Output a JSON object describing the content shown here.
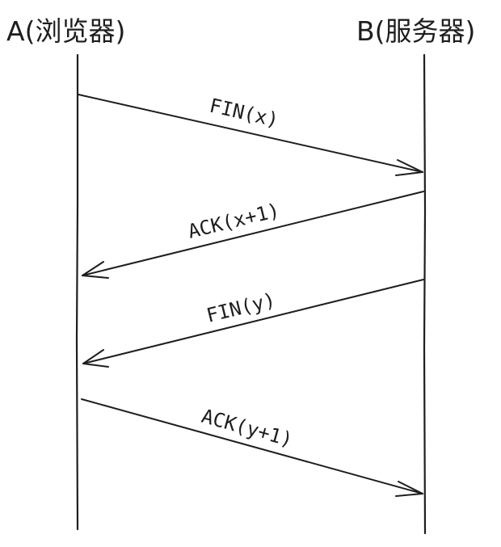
{
  "participants": {
    "a": "A(浏览器)",
    "b": "B(服务器)"
  },
  "messages": [
    {
      "label": "FIN(x)",
      "from": "a",
      "to": "b"
    },
    {
      "label": "ACK(x+1)",
      "from": "b",
      "to": "a"
    },
    {
      "label": "FIN(y)",
      "from": "b",
      "to": "a"
    },
    {
      "label": "ACK(y+1)",
      "from": "a",
      "to": "b"
    }
  ],
  "colors": {
    "stroke": "#1e1e1e",
    "background": "#ffffff"
  }
}
